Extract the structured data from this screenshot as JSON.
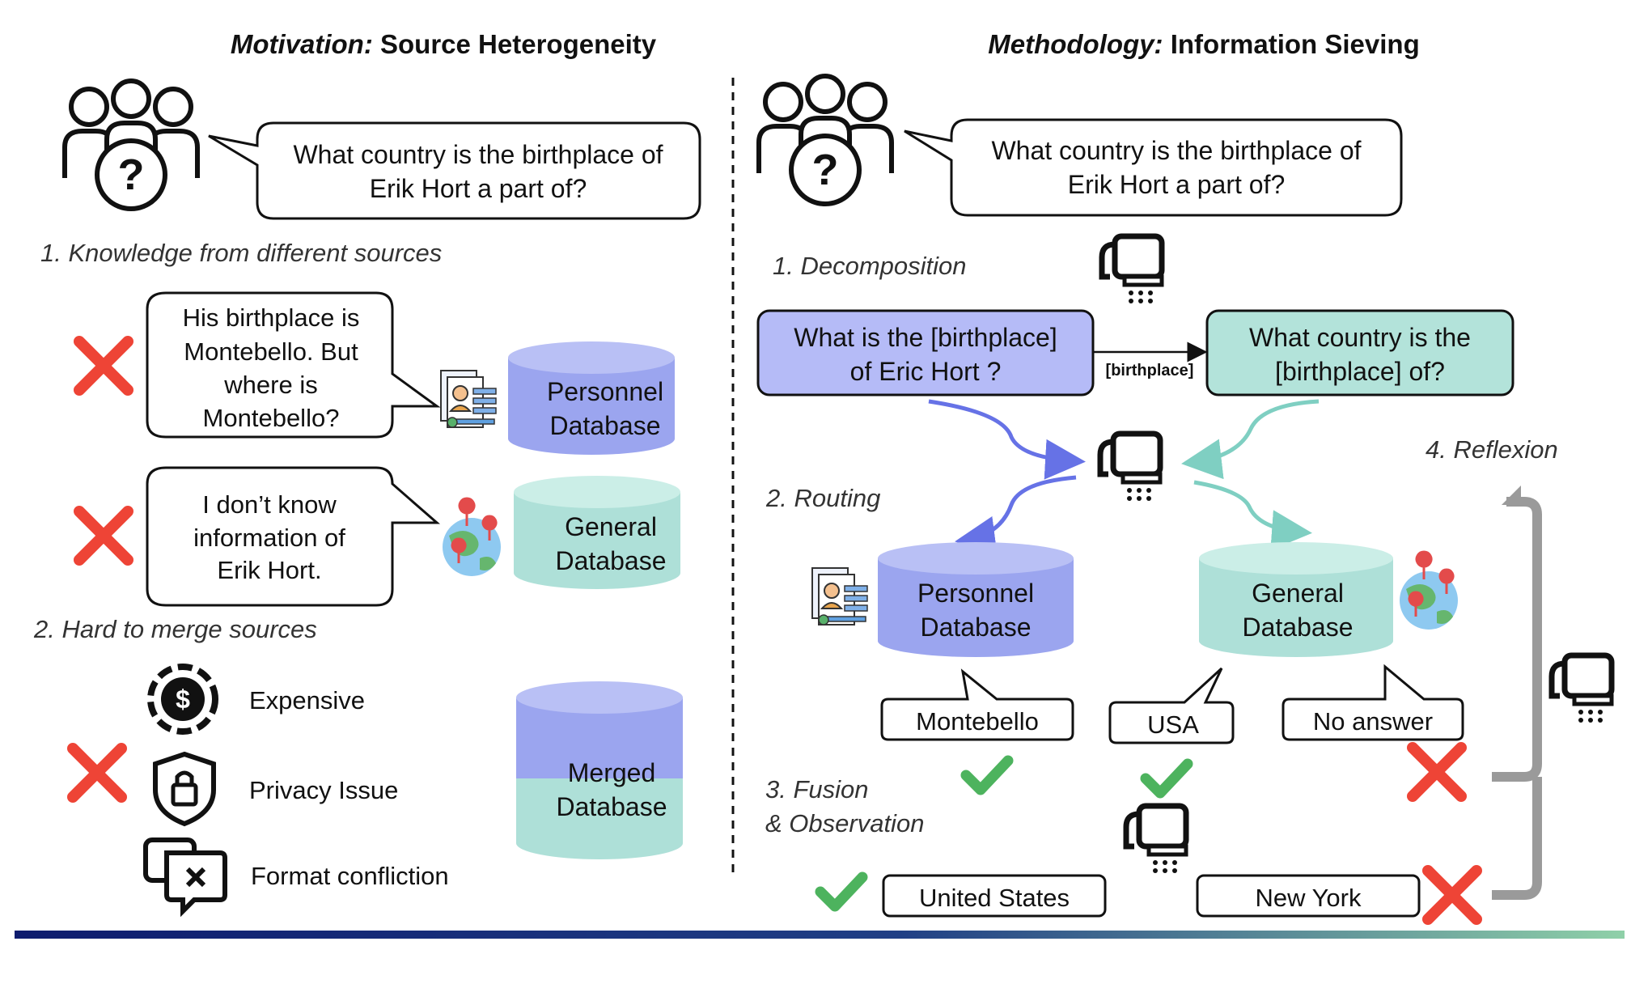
{
  "left_panel": {
    "title_italic": "Motivation:",
    "title_rest": " Source Heterogeneity",
    "question": [
      "What country is the birthplace of",
      "Erik Hort a part of?"
    ],
    "step1_label": "1. Knowledge from different sources",
    "bubble_personnel": [
      "His birthplace is",
      "Montebello. But",
      "where is",
      "Montebello?"
    ],
    "db_personnel": [
      "Personnel",
      "Database"
    ],
    "bubble_general": [
      "I don’t know",
      "information of",
      "Erik Hort."
    ],
    "db_general": [
      "General",
      "Database"
    ],
    "step2_label": "2. Hard to merge sources",
    "issues": [
      "Expensive",
      "Privacy Issue",
      "Format confliction"
    ],
    "db_merged": [
      "Merged",
      "Database"
    ]
  },
  "right_panel": {
    "title_italic": "Methodology:",
    "title_rest": " Information Sieving",
    "question": [
      "What country is the birthplace of",
      "Erik Hort a part of?"
    ],
    "step1_label": "1. Decomposition",
    "sub_q1": [
      "What is the [birthplace]",
      "of Eric Hort ?"
    ],
    "sub_q2": [
      "What country is the",
      "[birthplace] of?"
    ],
    "link_label": "[birthplace]",
    "step2_label": "2. Routing",
    "step4_label": "4. Reflexion",
    "db_personnel": [
      "Personnel",
      "Database"
    ],
    "db_general": [
      "General",
      "Database"
    ],
    "answers": [
      "Montebello",
      "USA",
      "No answer"
    ],
    "step3_label": [
      "3. Fusion",
      "& Observation"
    ],
    "final_answers": [
      "United States",
      "New York"
    ]
  },
  "colors": {
    "personnel_db": "#9ba5ef",
    "general_db": "#aee0d8",
    "sub_q1_fill": "#b5bbf7",
    "sub_q2_fill": "#b3e3da",
    "arrow_blue": "#6672e6",
    "arrow_teal": "#7fcfc2",
    "cross": "#ee4436",
    "check": "#4db35e",
    "reflexion_arrow": "#9a9a9a"
  }
}
